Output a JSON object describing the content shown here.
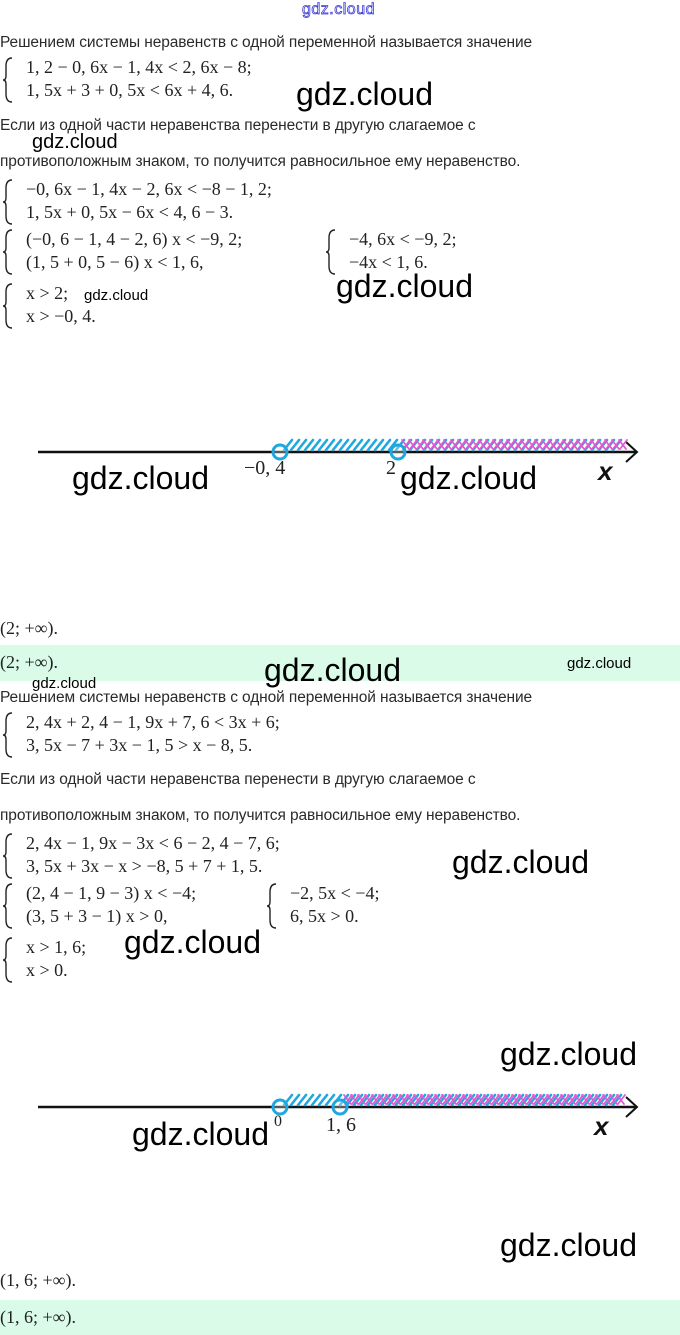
{
  "watermarks": {
    "top": "gdz.cloud",
    "text": "gdz.cloud"
  },
  "problem1": {
    "definition": "Решением системы неравенств с одной переменной называется значение",
    "system": [
      "1, 2 − 0, 6x − 1, 4x < 2, 6x − 8;",
      "1, 5x + 3 + 0, 5x < 6x + 4, 6."
    ],
    "rule_line1": "Если из одной части неравенства перенести в другую слагаемое с",
    "rule_line2": "противоположным знаком, то получится равносильное ему неравенство.",
    "step1": [
      "−0, 6x − 1, 4x − 2, 6x < −8 − 1, 2;",
      "1, 5x + 0, 5x − 6x < 4, 6 − 3."
    ],
    "step2": [
      "(−0, 6 − 1, 4 − 2, 6) x < −9, 2;",
      "(1, 5 + 0, 5 − 6) x < 1, 6,"
    ],
    "step2b": [
      "−4, 6x < −9, 2;",
      "−4x < 1, 6."
    ],
    "step3": [
      "x > 2;",
      "x > −0, 4."
    ],
    "number_line": {
      "points": [
        {
          "label": "−0, 4",
          "value": -0.4,
          "open": true
        },
        {
          "label": "2",
          "value": 2,
          "open": true
        }
      ],
      "axis_label": "x",
      "shading": [
        {
          "from": -0.4,
          "to": "inf",
          "color": "#1fa8e0"
        },
        {
          "from": 2,
          "to": "inf",
          "color": "#e05ad0"
        }
      ]
    },
    "answer": "(2; +∞).",
    "answer_highlight": "(2; +∞)."
  },
  "problem2": {
    "definition": "Решением системы неравенств с одной переменной называется значение",
    "system": [
      "2, 4x + 2, 4 − 1, 9x + 7, 6 < 3x + 6;",
      "3, 5x − 7 + 3x − 1, 5 > x − 8, 5."
    ],
    "rule_line1": "Если из одной части неравенства перенести в другую слагаемое с",
    "rule_line2": "противоположным знаком, то получится равносильное ему неравенство.",
    "step1": [
      "2, 4x − 1, 9x − 3x < 6 − 2, 4 − 7, 6;",
      "3, 5x + 3x − x > −8, 5 + 7 + 1, 5."
    ],
    "step2": [
      "(2, 4 − 1, 9 − 3) x < −4;",
      "(3, 5 + 3 − 1) x > 0,"
    ],
    "step2b": [
      "−2, 5x < −4;",
      "6, 5x > 0."
    ],
    "step3": [
      "x > 1, 6;",
      "x > 0."
    ],
    "number_line": {
      "points": [
        {
          "label": "0",
          "value": 0,
          "open": true
        },
        {
          "label": "1, 6",
          "value": 1.6,
          "open": true
        }
      ],
      "axis_label": "x",
      "shading": [
        {
          "from": 0,
          "to": "inf",
          "color": "#1fa8e0"
        },
        {
          "from": 1.6,
          "to": "inf",
          "color": "#e05ad0"
        }
      ]
    },
    "answer": "(1, 6; +∞).",
    "answer_highlight": "(1, 6; +∞)."
  },
  "colors": {
    "highlight_bg": "#d9fbe7",
    "hatch_blue": "#1fa8e0",
    "hatch_pink": "#e05ad0"
  }
}
